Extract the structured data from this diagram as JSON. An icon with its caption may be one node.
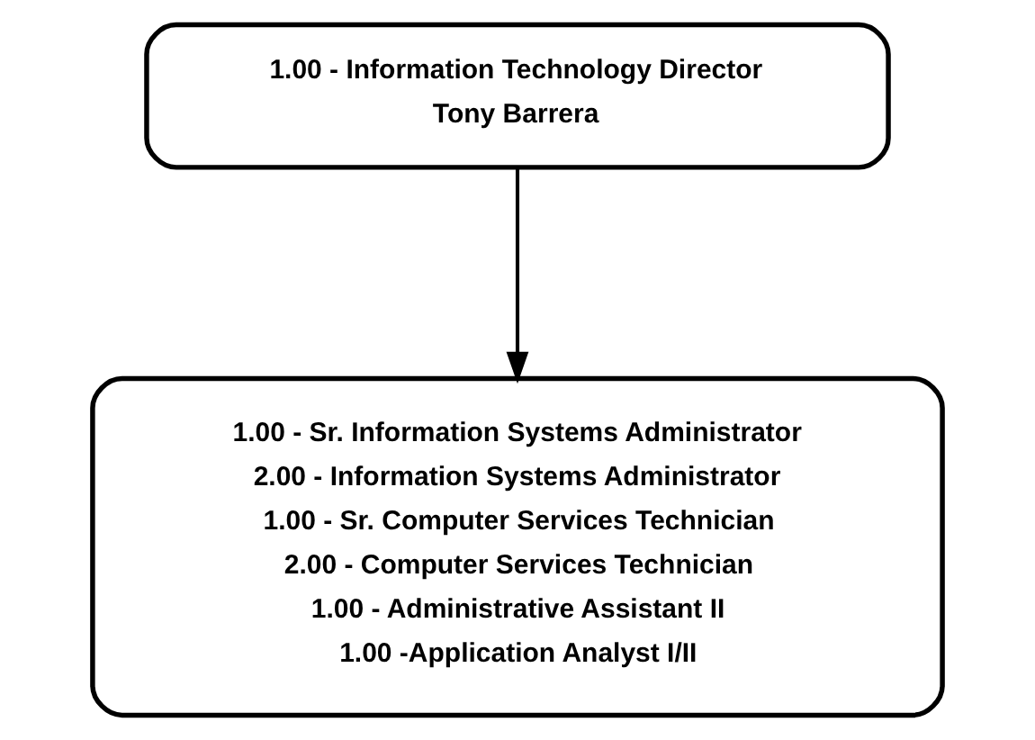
{
  "diagram": {
    "nodes": [
      {
        "text": [
          "1.00 - Information Technology Director",
          "Tony Barrera"
        ]
      },
      {
        "text": [
          "1.00 - Sr. Information Systems Administrator",
          "2.00 - Information Systems Administrator",
          "1.00 - Sr. Computer Services Technician",
          "2.00 - Computer Services Technician",
          "1.00 - Administrative Assistant II",
          "1.00 -Application Analyst I/II"
        ]
      }
    ],
    "edges": [
      {
        "from": 0,
        "to": 1,
        "arrow": "to"
      }
    ]
  }
}
